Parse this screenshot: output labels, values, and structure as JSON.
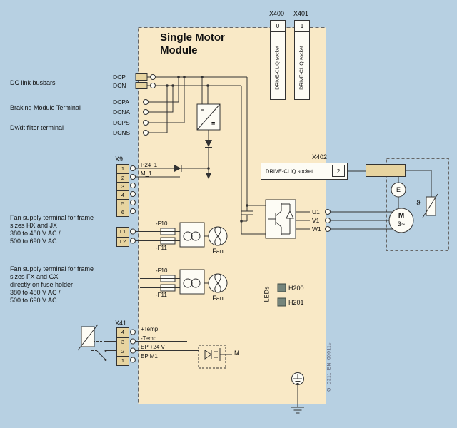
{
  "colors": {
    "background": "#b7d0e2",
    "module_fill": "#f9e9c6",
    "connector_fill": "#e7d4a0",
    "led_fill": "#75857c",
    "line": "#333333"
  },
  "module": {
    "title_line1": "Single Motor",
    "title_line2": "Module"
  },
  "side_labels": {
    "dc_link": "DC link busbars",
    "braking": "Braking Module Terminal",
    "dvdt": "Dv/dt filter terminal",
    "fan_hx": [
      "Fan supply terminal for frame",
      "sizes HX and JX",
      "380 to 480 V AC /",
      "500 to 690 V AC"
    ],
    "fan_fx": [
      "Fan supply terminal for frame",
      "sizes FX and GX",
      "directly on fuse holder",
      "380 to 480 V AC /",
      "500 to 690 V AC"
    ]
  },
  "dc_terminals": {
    "dcp": "DCP",
    "dcn": "DCN",
    "dcpa": "DCPA",
    "dcna": "DCNA",
    "dcps": "DCPS",
    "dcns": "DCNS"
  },
  "connectors": {
    "x400": {
      "name": "X400",
      "socket": "DRIVE-CLiQ socket",
      "port": "0"
    },
    "x401": {
      "name": "X401",
      "socket": "DRIVE-CLiQ socket",
      "port": "1"
    },
    "x402": {
      "name": "X402",
      "socket": "DRIVE-CLiQ socket",
      "port": "2"
    },
    "x9": {
      "name": "X9",
      "pins": [
        "1",
        "2",
        "3",
        "4",
        "5",
        "6"
      ],
      "power_pins": [
        "L1",
        "L2"
      ],
      "p24": "P24_1",
      "m1": "M_1"
    },
    "x41": {
      "name": "X41",
      "pins": [
        "4",
        "3",
        "2",
        "1"
      ],
      "signals": [
        "+Temp",
        "-Temp",
        "EP +24 V",
        "EP M1"
      ]
    }
  },
  "fan_units": {
    "fuse_top": "-F10",
    "fuse_bottom": "-F11",
    "fan": "Fan"
  },
  "leds": {
    "group": "LEDs",
    "items": [
      "H200",
      "H201"
    ]
  },
  "motor": {
    "letter": "M",
    "phases": "3~",
    "encoder": "E",
    "temp_symbol": "ϑ",
    "terminals": [
      "U1",
      "V1",
      "W1"
    ]
  },
  "power": {
    "converter_top": "=",
    "converter_bottom": "=",
    "opto_out": "M"
  },
  "watermark": "G_D211_EN_00011c"
}
